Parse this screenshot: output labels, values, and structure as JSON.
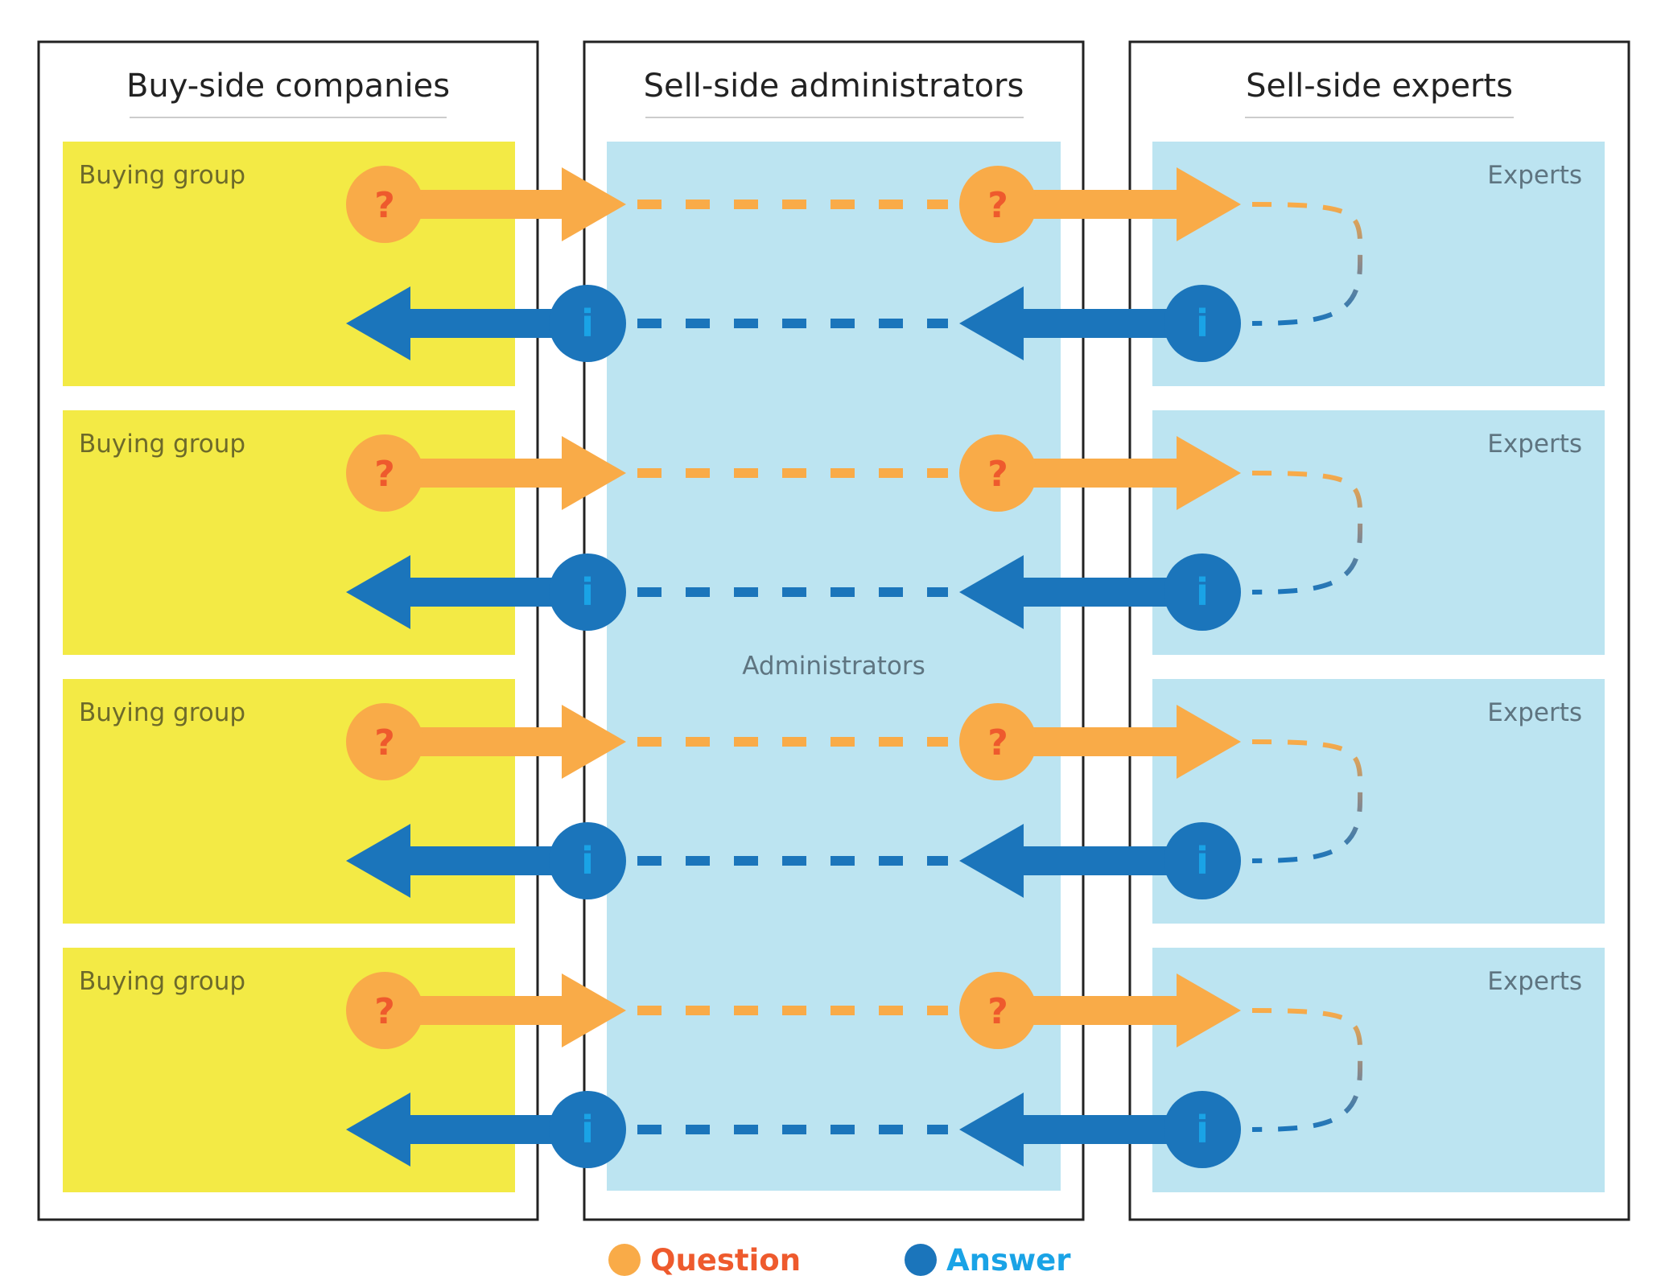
{
  "columns": [
    {
      "title": "Buy-side companies"
    },
    {
      "title": "Sell-side administrators"
    },
    {
      "title": "Sell-side experts"
    }
  ],
  "rows": [
    {
      "buyer_label": "Buying group",
      "expert_label": "Experts"
    },
    {
      "buyer_label": "Buying group",
      "expert_label": "Experts"
    },
    {
      "buyer_label": "Buying group",
      "expert_label": "Experts"
    },
    {
      "buyer_label": "Buying group",
      "expert_label": "Experts"
    }
  ],
  "admin_label": "Administrators",
  "symbols": {
    "question": "?",
    "answer": "i"
  },
  "legend": {
    "question": {
      "label": "Question",
      "dot_color": "#f9ab48",
      "text_color": "#ee5a2d"
    },
    "answer": {
      "label": "Answer",
      "dot_color": "#1b75bb",
      "text_color": "#1aa3e6"
    }
  },
  "colors": {
    "buyer_fill": "#f3ea45",
    "admin_fill": "#bce4f1",
    "question": "#f9ab48",
    "question_glyph": "#ee5a2d",
    "answer": "#1b75bb",
    "answer_glyph": "#1aa3e6",
    "buyer_text": "#6d6a2a",
    "admin_text": "#5e7480"
  }
}
